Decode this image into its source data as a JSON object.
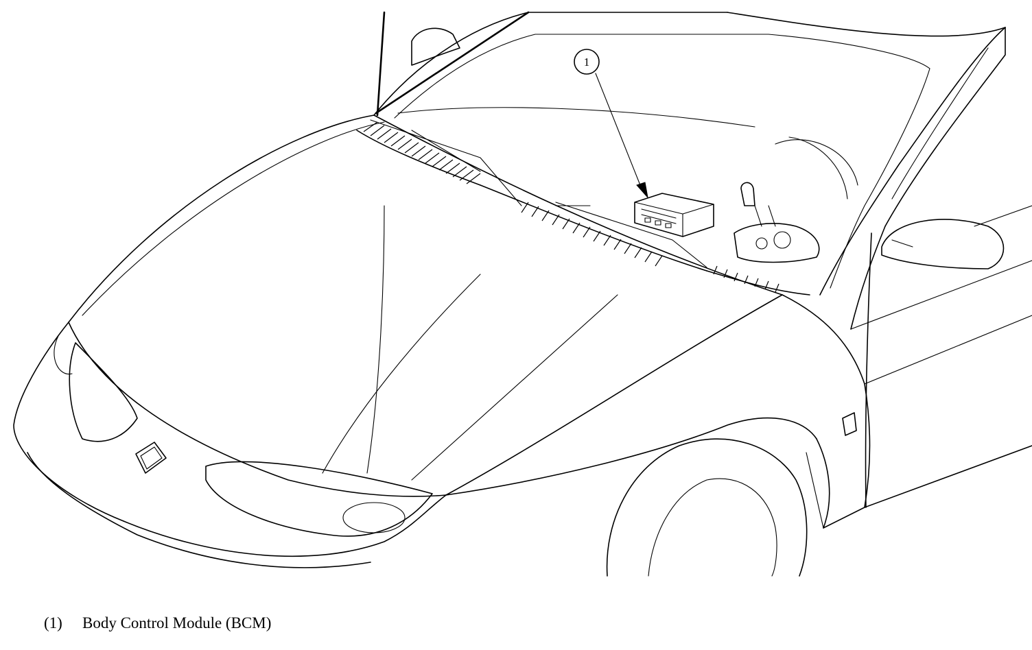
{
  "callouts": [
    {
      "number": "1",
      "label": "Body Control Module (BCM)"
    }
  ],
  "legend": {
    "items": [
      {
        "number": "(1)",
        "text": "Body Control Module (BCM)"
      }
    ]
  },
  "colors": {
    "line": "#000000",
    "background": "#ffffff"
  }
}
